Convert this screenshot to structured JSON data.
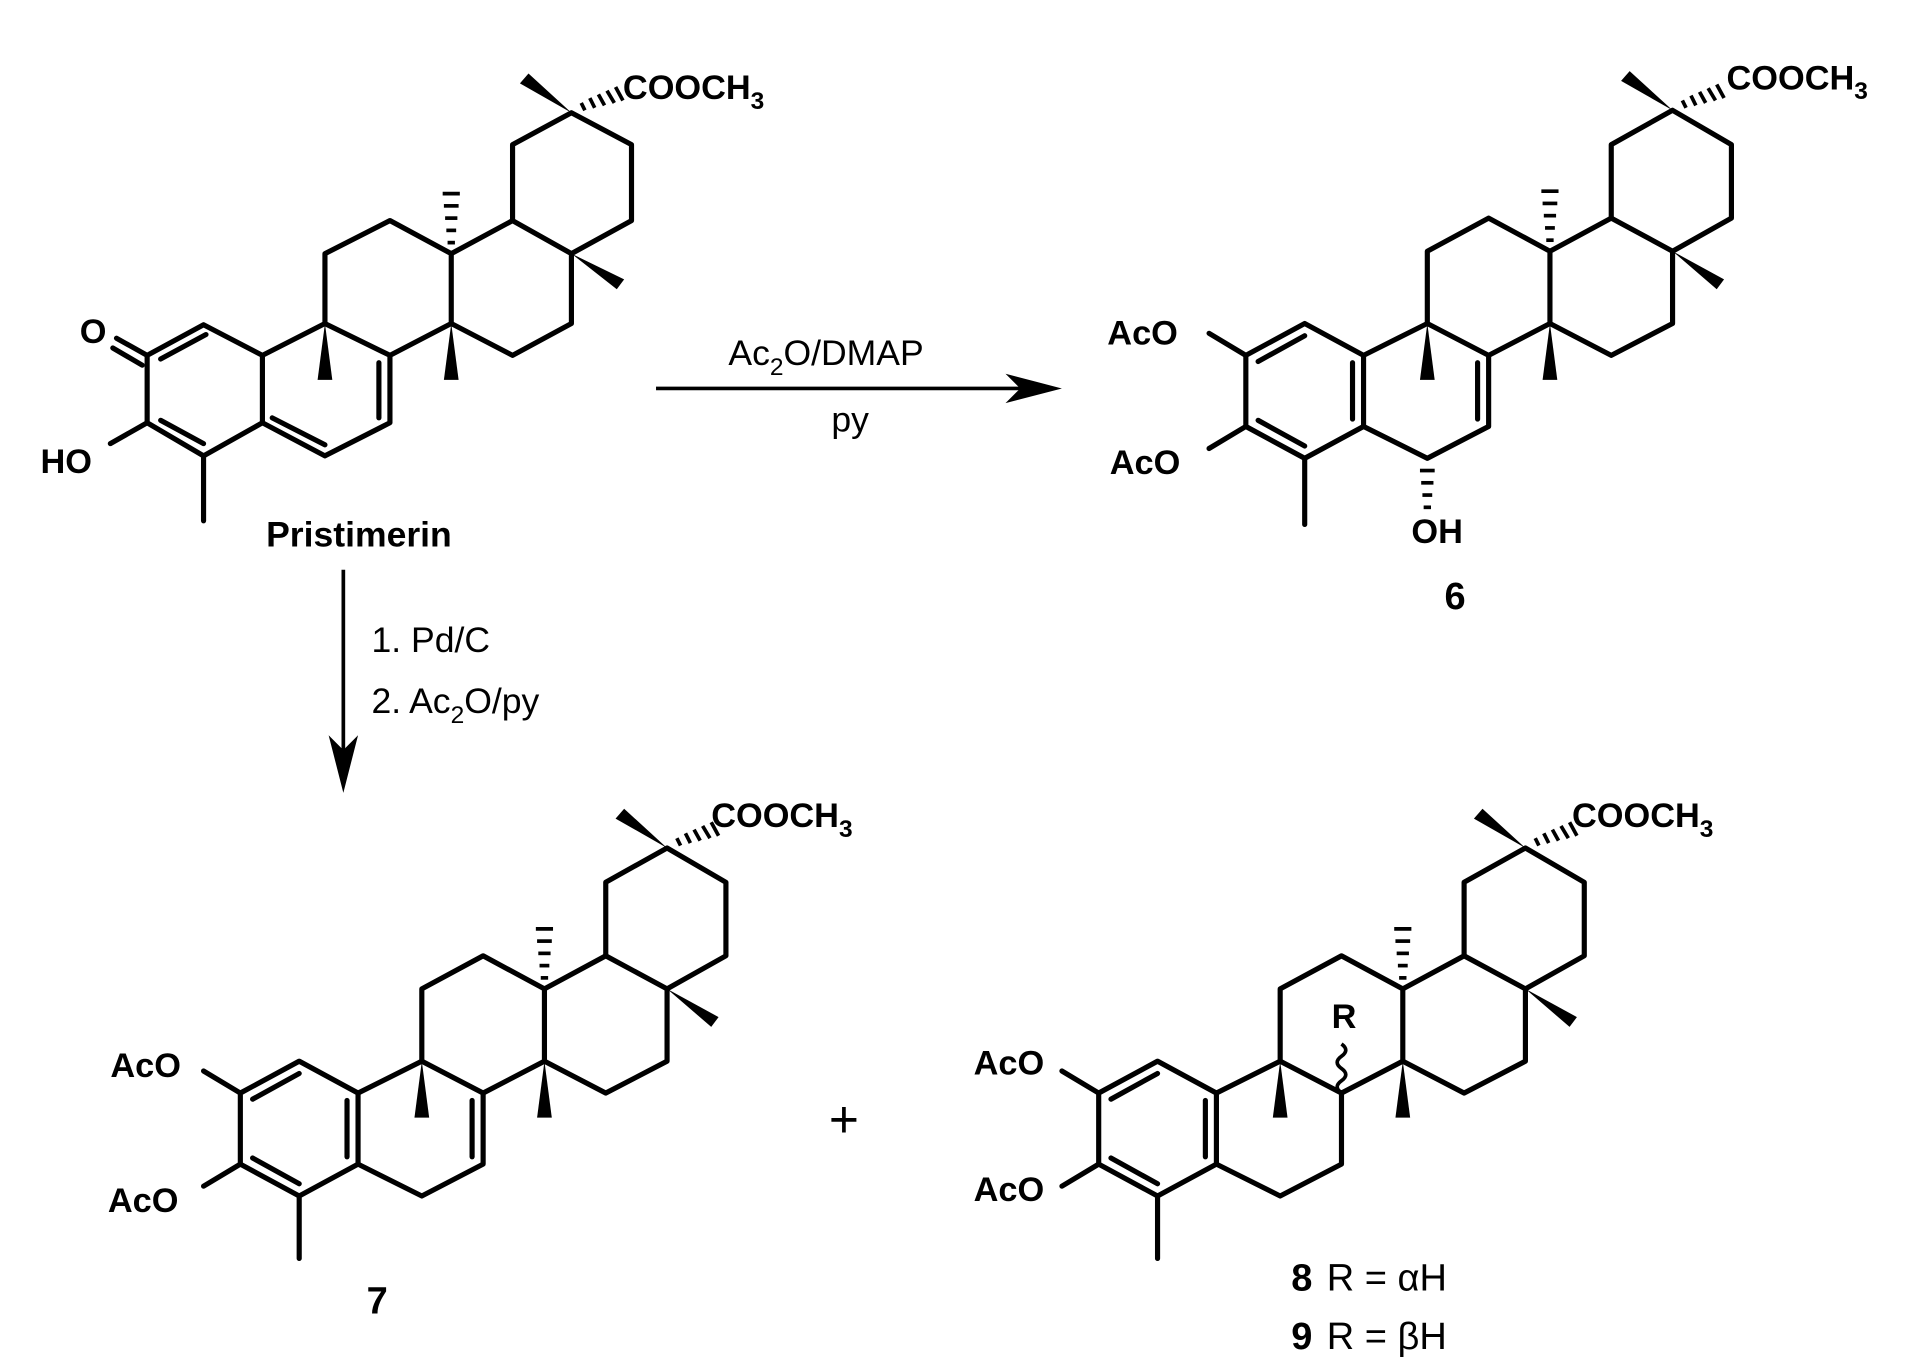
{
  "scheme": {
    "label_pristimerin": "Pristimerin",
    "reaction_1": {
      "line1_pre": "Ac",
      "line1_sub": "2",
      "line1_post": "O/DMAP",
      "line2": "py"
    },
    "reaction_2": {
      "step1": "1. Pd/C",
      "step2_pre": "2. Ac",
      "step2_sub": "2",
      "step2_post": "O/py"
    },
    "plus": "+",
    "atoms": {
      "ester_main": "COOCH",
      "ester_sub": "3",
      "oxo": "O",
      "hydroxy_left": "HO",
      "acetoxy": "AcO",
      "hydroxy_bottom": "OH",
      "r_group": "R"
    },
    "compounds": {
      "c6": "6",
      "c7": "7",
      "c8": "8",
      "c9": "9",
      "c8_desc": "R = αH",
      "c9_desc": "R = βH"
    }
  }
}
